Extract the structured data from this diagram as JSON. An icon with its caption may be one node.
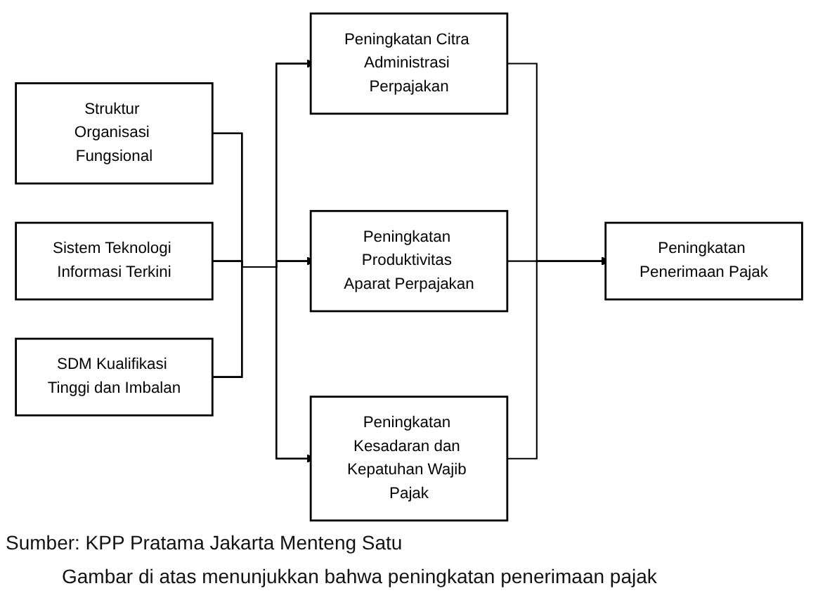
{
  "diagram": {
    "caption": "Sumber: KPP Pratama Jakarta Menteng Satu",
    "nodes": [
      {
        "text": [
          "Struktur Organisasi Fungsional"
        ]
      },
      {
        "text": [
          "Sistem Teknologi Informasi Terkini"
        ]
      },
      {
        "text": [
          "SDM Kualifikasi Tinggi dan Imbalan"
        ]
      },
      {
        "text": [
          "Peningkatan Citra Administrasi Perpajakan"
        ]
      },
      {
        "text": [
          "Peningkatan Produktivitas Aparat Perpajakan"
        ]
      },
      {
        "text": [
          "Peningkatan Kesadaran dan Kepatuhan Wajib Pajak"
        ]
      },
      {
        "text": [
          "Peningkatan Penerimaan Pajak"
        ]
      }
    ],
    "edges": [
      {
        "from": 0,
        "to": 3,
        "arrow": "to"
      },
      {
        "from": 0,
        "to": 4,
        "arrow": "to"
      },
      {
        "from": 0,
        "to": 5,
        "arrow": "to"
      },
      {
        "from": 1,
        "to": 3,
        "arrow": "to"
      },
      {
        "from": 1,
        "to": 4,
        "arrow": "to"
      },
      {
        "from": 1,
        "to": 5,
        "arrow": "to"
      },
      {
        "from": 2,
        "to": 3,
        "arrow": "to"
      },
      {
        "from": 2,
        "to": 4,
        "arrow": "to"
      },
      {
        "from": 2,
        "to": 5,
        "arrow": "to"
      },
      {
        "from": 3,
        "to": 6,
        "arrow": "to"
      },
      {
        "from": 4,
        "to": 6,
        "arrow": "to"
      },
      {
        "from": 5,
        "to": 6,
        "arrow": "to"
      }
    ],
    "labels": [
      "Gambar di atas menunjukkan bahwa peningkatan penerimaan pajak"
    ]
  }
}
